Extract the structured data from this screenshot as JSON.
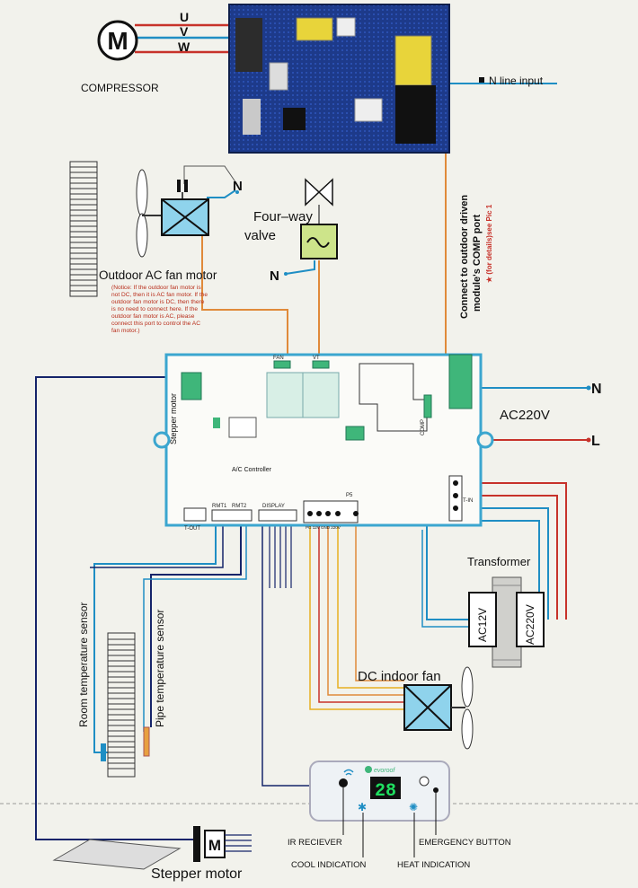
{
  "colors": {
    "blue": "#1f8ec4",
    "orange": "#e08a3a",
    "red": "#c7322a",
    "darkblue": "#1a2a7a",
    "navy": "#15246a",
    "pcb_blue": "#1d3a8a",
    "green_pcb": "#3fb67a",
    "yellow": "#e8b020",
    "red_text": "#b82d1a"
  },
  "icons": [
    "motor-icon",
    "fan-icon",
    "valve-icon",
    "transformer-icon",
    "display-panel-icon",
    "wifi-icon"
  ],
  "compressor": {
    "symbol": "M",
    "label": "COMPRESSOR",
    "phases": [
      "U",
      "V",
      "W"
    ]
  },
  "n_line": {
    "label": "N line input"
  },
  "outdoor_fan": {
    "label": "Outdoor AC fan motor",
    "notice": [
      "(Notice: If the outdoor fan motor is",
      "not DC, then it is AC fan motor. If the",
      "outdoor fan motor is DC, then there",
      "is no need to connect here. If the",
      "outdoor fan motor is AC, please",
      "connect this port to control the AC",
      "fan motor.)"
    ],
    "n_label": "N"
  },
  "valve": {
    "label_line1": "Four–way",
    "label_line2": "valve",
    "n_label": "N"
  },
  "comp_note": {
    "line1": "Connect to outdoor driven",
    "line2": "module's COMP port",
    "line3": "★ (for details)see Pic 1"
  },
  "controller": {
    "label": "A/C Controller",
    "ports": {
      "fan": "FAN",
      "vt": "VT",
      "comp": "COMP",
      "stepper": "Stepper motor",
      "tout": "T-OUT",
      "rmt1": "RMT1",
      "rmt2": "RMT2",
      "display": "DISPLAY",
      "p5": "P5",
      "p5_pins": "PG 12V GND 220V",
      "tin": "T-IN"
    }
  },
  "power": {
    "label": "AC220V",
    "n": "N",
    "l": "L"
  },
  "transformer": {
    "label": "Transformer",
    "left": "AC12V",
    "right": "AC220V"
  },
  "sensors": {
    "room": "Room temperature sensor",
    "pipe": "Pipe temperature sensor"
  },
  "dc_fan": {
    "label": "DC indoor fan"
  },
  "display_panel": {
    "brand": "evoroof",
    "digits": "28",
    "ir": "IR RECIEVER",
    "cool": "COOL INDICATION",
    "heat": "HEAT INDICATION",
    "emergency": "EMERGENCY BUTTON"
  },
  "stepper_bottom": {
    "symbol": "M",
    "label": "Stepper motor"
  }
}
